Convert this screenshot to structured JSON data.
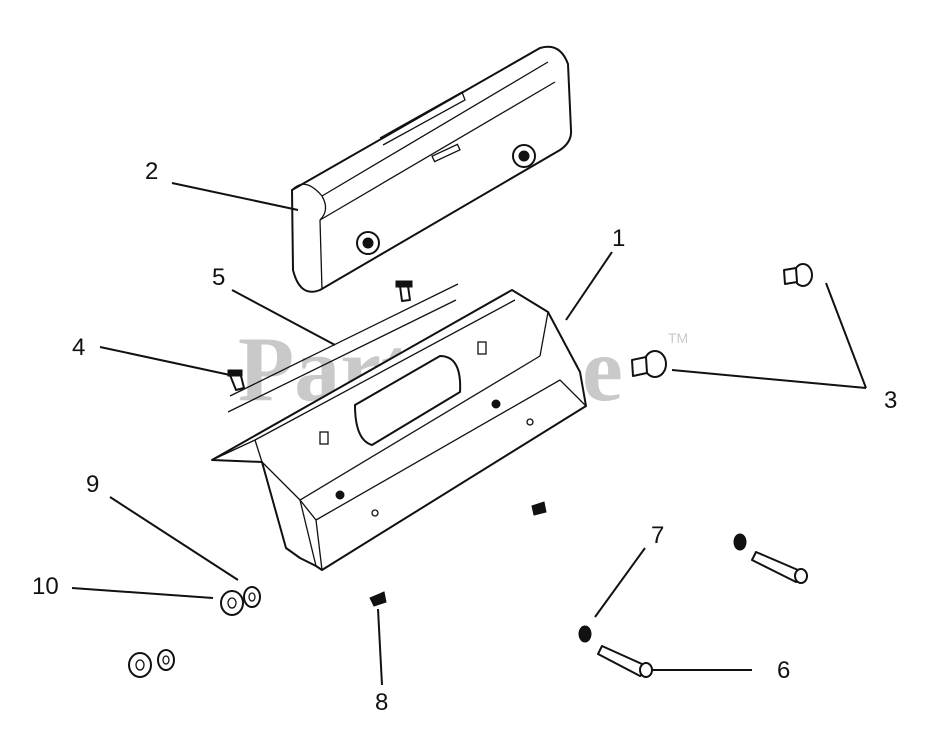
{
  "watermark": {
    "text": "PartsTree",
    "trademark": "TM"
  },
  "callouts": [
    {
      "id": "1",
      "label": "1"
    },
    {
      "id": "2",
      "label": "2"
    },
    {
      "id": "3",
      "label": "3"
    },
    {
      "id": "4",
      "label": "4"
    },
    {
      "id": "5",
      "label": "5"
    },
    {
      "id": "6",
      "label": "6"
    },
    {
      "id": "7",
      "label": "7"
    },
    {
      "id": "8",
      "label": "8"
    },
    {
      "id": "9",
      "label": "9"
    },
    {
      "id": "10",
      "label": "10"
    }
  ]
}
